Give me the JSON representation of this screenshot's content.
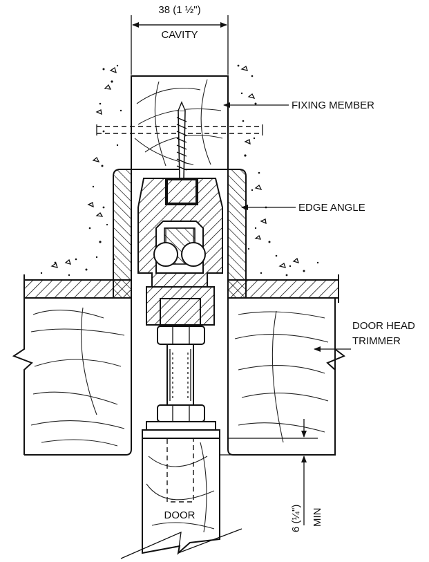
{
  "labels": {
    "dimension_width": "38 (1 ½\")",
    "cavity": "CAVITY",
    "fixing_member": "FIXING MEMBER",
    "edge_angle": "EDGE ANGLE",
    "door_head_line1": "DOOR HEAD",
    "door_head_line2": "TRIMMER",
    "door": "DOOR",
    "clearance": "6 (¼\")",
    "min": "MIN"
  },
  "colors": {
    "line": "#111111",
    "background": "#ffffff"
  }
}
